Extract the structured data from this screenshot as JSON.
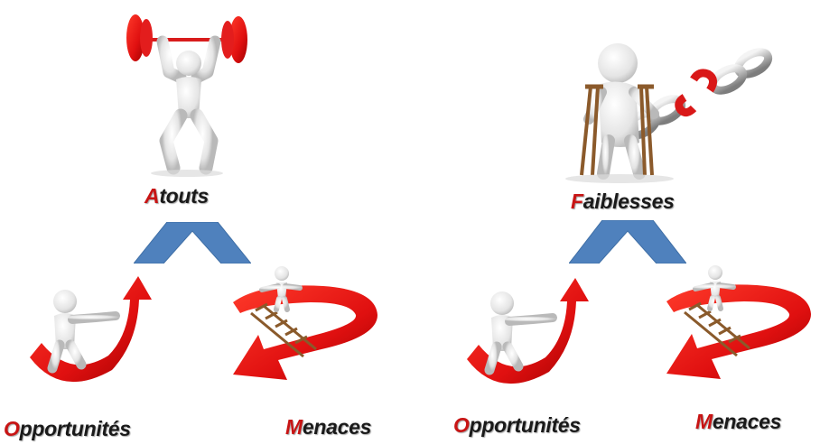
{
  "diagram": {
    "left": {
      "top_label": {
        "initial": "A",
        "rest": "touts"
      },
      "bottom_left_label": {
        "initial": "O",
        "rest": "pportunités"
      },
      "bottom_right_label": {
        "initial": "M",
        "rest": "enaces"
      }
    },
    "right": {
      "top_label": {
        "initial": "F",
        "rest": "aiblesses"
      },
      "bottom_left_label": {
        "initial": "O",
        "rest": "pportunités"
      },
      "bottom_right_label": {
        "initial": "M",
        "rest": "enaces"
      }
    }
  },
  "colors": {
    "accent_red": "#c81414",
    "chevron_blue": "#4f81bd",
    "text": "#1a1a1a"
  },
  "icons": {
    "strength": "weightlifter-icon",
    "weakness": "broken-chain-crutches-icon",
    "opportunity": "rising-arrow-figure-icon",
    "threat": "falling-arrow-ladder-icon"
  }
}
